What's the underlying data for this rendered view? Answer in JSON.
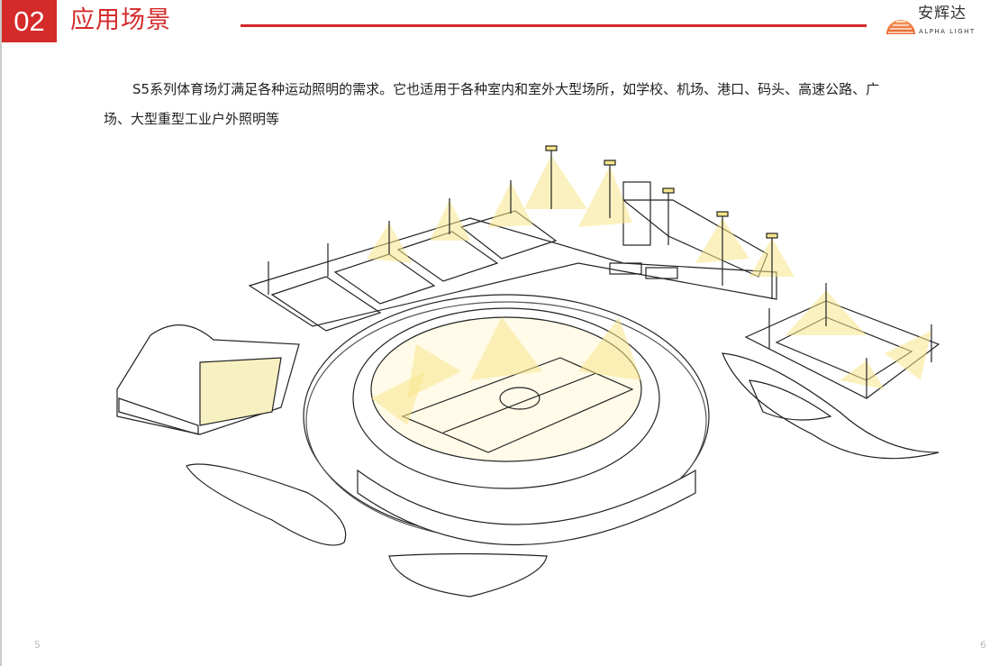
{
  "header": {
    "section_number": "02",
    "title": "应用场景"
  },
  "logo": {
    "name_cn": "安辉达",
    "name_en": "ALPHA LIGHT"
  },
  "body": {
    "paragraph": "S5系列体育场灯满足各种运动照明的需求。它也适用于各种室内和室外大型场所，如学校、机场、港口、码头、高速公路、广场、大型重型工业户外照明等"
  },
  "footer": {
    "page_left": "5",
    "page_right": "6"
  },
  "colors": {
    "accent": "#d42a2a",
    "light_beam": "#f7e58a"
  }
}
